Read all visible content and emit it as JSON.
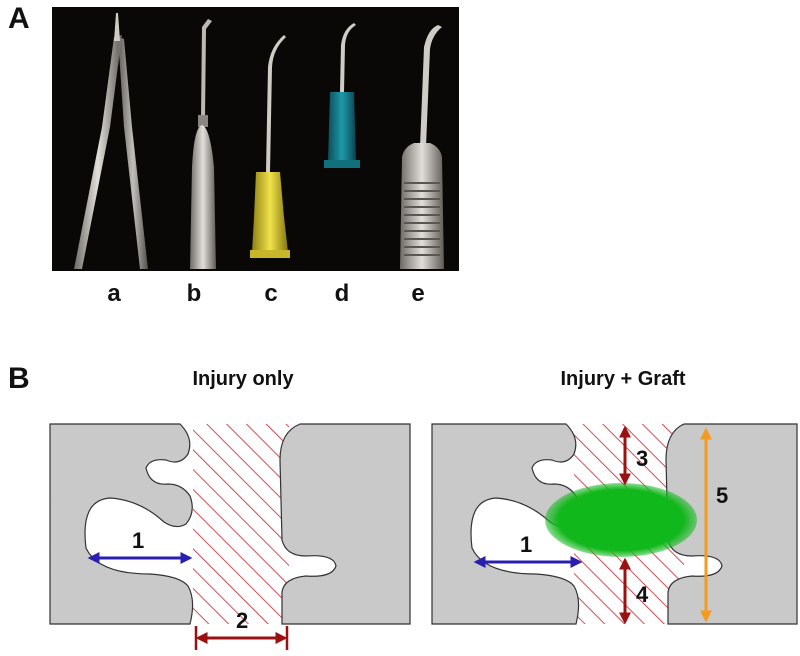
{
  "panels": {
    "a": {
      "letter": "A"
    },
    "b": {
      "letter": "B"
    }
  },
  "tools": [
    "a",
    "b",
    "c",
    "d",
    "e"
  ],
  "diagrams": {
    "left": {
      "title": "Injury only"
    },
    "right": {
      "title": "Injury + Graft"
    }
  },
  "measurements": [
    "1",
    "2",
    "1",
    "3",
    "4",
    "5"
  ],
  "colors": {
    "tissue": "#c9c9c9",
    "injury_hatch": "#d0202a",
    "graft": "#11b81b",
    "measure_1": "#2a1fb0",
    "measure_2_3_4": "#9b1010",
    "measure_5": "#f59a1f"
  }
}
